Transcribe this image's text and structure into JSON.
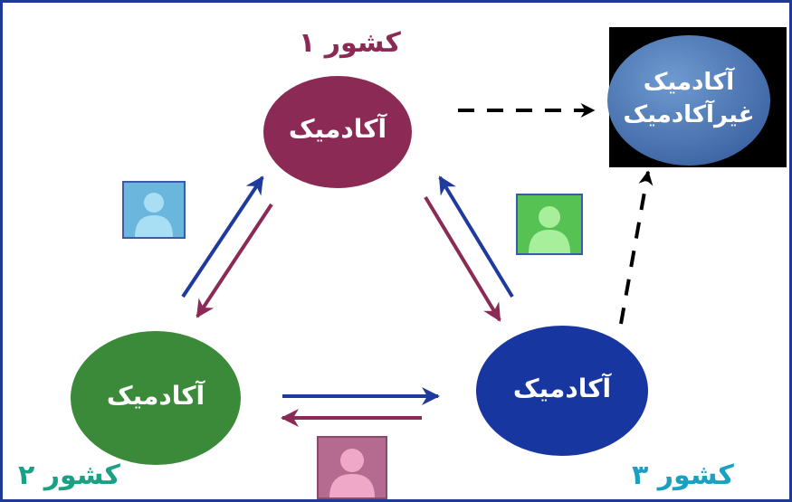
{
  "nodes": {
    "top": {
      "label": "آکادمیک",
      "color": "#8b2a55"
    },
    "left": {
      "label": "آکادمیک",
      "color": "#3a8a3a"
    },
    "right": {
      "label": "آکادمیک",
      "color": "#1736a0"
    },
    "external": {
      "line1": "آکادمیک",
      "line2": "غیرآکادمیک",
      "color": "#4a77b5"
    }
  },
  "countries": {
    "c1": {
      "label": "کشور ۱",
      "color": "#8b2a55"
    },
    "c2": {
      "label": "کشور ۲",
      "color": "#1aa085"
    },
    "c3": {
      "label": "کشور ۳",
      "color": "#1aa0c0"
    }
  },
  "icons": [
    {
      "name": "person-icon-blue",
      "bg": "#6ab6dd",
      "fig": "#a9dff5"
    },
    {
      "name": "person-icon-green",
      "bg": "#56c253",
      "fig": "#a8ef9c"
    },
    {
      "name": "person-icon-pink",
      "bg": "#b56b90",
      "fig": "#f0a8c8"
    }
  ],
  "arrow_colors": {
    "blue": "#1f3a9e",
    "maroon": "#8b2a55",
    "black": "#000000"
  }
}
